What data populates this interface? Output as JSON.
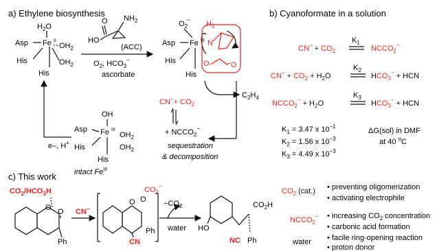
{
  "panel_a": {
    "title": "a) Ethylene biosynthesis",
    "reagent_top": "(ACC)",
    "reagent_o2": "O",
    "reagent_hco3": ", HCO",
    "reagent_ascorbate": "ascorbate",
    "c2h4": "C",
    "electron_proton": "e–, H",
    "sequestration": "sequestration",
    "decomposition": "& decomposition",
    "intact": "intact Fe",
    "intact_sup": "III",
    "cn_co2": "CN",
    "co2_text": "+ CO",
    "ncco2_text": "+ NCCO"
  },
  "panel_b": {
    "title": "b) Cyanoformate in a solution",
    "k1": "K",
    "k2": "K",
    "k3": "K",
    "k1_value": "3.47 x 10",
    "k1_exp": "−1",
    "k2_value": "1.56 x 10",
    "k2_exp": "−3",
    "k3_value": "4.49 x 10",
    "k3_exp": "−3",
    "dg_line1": "ΔG(sol) in DMF",
    "dg_line2": "at 40 ",
    "dg_unit": "C"
  },
  "panel_c": {
    "title": "c) This work",
    "co2_hco3h": "CO",
    "cn_reagent": "CN",
    "minus_co2": "−CO",
    "water": "water",
    "roles": [
      {
        "label": "CO",
        "suffix": " (cat.)",
        "bullets": [
          "preventing oligomerization",
          "activating electrophile"
        ]
      },
      {
        "label": "NCCO",
        "suffix": "",
        "bullets": [
          "increasing CO",
          "carbonic acid formation"
        ]
      },
      {
        "label": "water",
        "suffix": "",
        "bullets": [
          "facile ring-opening reaction",
          "proton donor"
        ]
      }
    ],
    "increasing_co2_tail": " concentration"
  },
  "colors": {
    "accent": "#e8231a",
    "ink": "#111111"
  }
}
